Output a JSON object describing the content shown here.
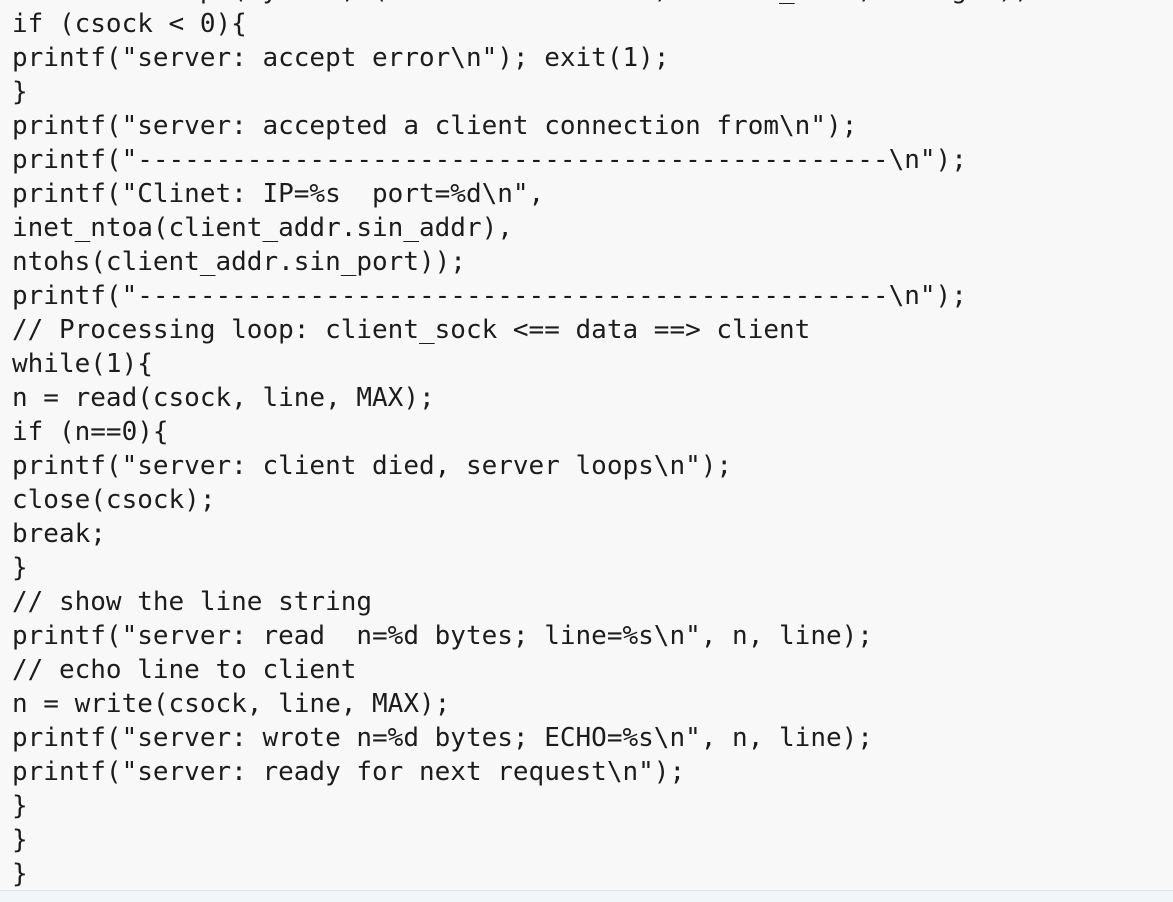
{
  "page": {
    "background_color": "#f8f8f8",
    "text_color": "#1c1c1c",
    "content_type": "c-source-code-listing",
    "first_line_clipped_at_top": true
  },
  "code": {
    "lines": [
      "csock = accept(mysock, (struct sockaddr *)&client_addr, &length);",
      "if (csock < 0){",
      "printf(\"server: accept error\\n\"); exit(1);",
      "}",
      "printf(\"server: accepted a client connection from\\n\");",
      "printf(\"------------------------------------------------\\n\");",
      "printf(\"Clinet: IP=%s  port=%d\\n\",",
      "inet_ntoa(client_addr.sin_addr),",
      "ntohs(client_addr.sin_port));",
      "printf(\"------------------------------------------------\\n\");",
      "// Processing loop: client_sock <== data ==> client",
      "while(1){",
      "n = read(csock, line, MAX);",
      "if (n==0){",
      "printf(\"server: client died, server loops\\n\");",
      "close(csock);",
      "break;",
      "}",
      "// show the line string",
      "printf(\"server: read  n=%d bytes; line=%s\\n\", n, line);",
      "// echo line to client",
      "n = write(csock, line, MAX);",
      "printf(\"server: wrote n=%d bytes; ECHO=%s\\n\", n, line);",
      "printf(\"server: ready for next request\\n\");",
      "}",
      "}",
      "}"
    ]
  },
  "footer": {
    "strip_color": "#f1f7f8",
    "divider_color": "#e1e3e4"
  }
}
